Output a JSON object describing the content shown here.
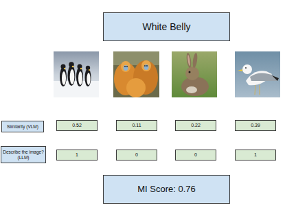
{
  "diagram": {
    "nodes": [
      {
        "text": [
          "White Belly"
        ]
      },
      {
        "text": [
          "Similarity (VLM)"
        ]
      },
      {
        "text": [
          "0.52"
        ]
      },
      {
        "text": [
          "0.11"
        ]
      },
      {
        "text": [
          "0.22"
        ]
      },
      {
        "text": [
          "0.39"
        ]
      },
      {
        "text": [
          "Describe the image? (LLM)"
        ]
      },
      {
        "text": [
          "1"
        ]
      },
      {
        "text": [
          "0"
        ]
      },
      {
        "text": [
          "0"
        ]
      },
      {
        "text": [
          "1"
        ]
      },
      {
        "text": [
          "MI Score: 0.76"
        ]
      }
    ]
  }
}
